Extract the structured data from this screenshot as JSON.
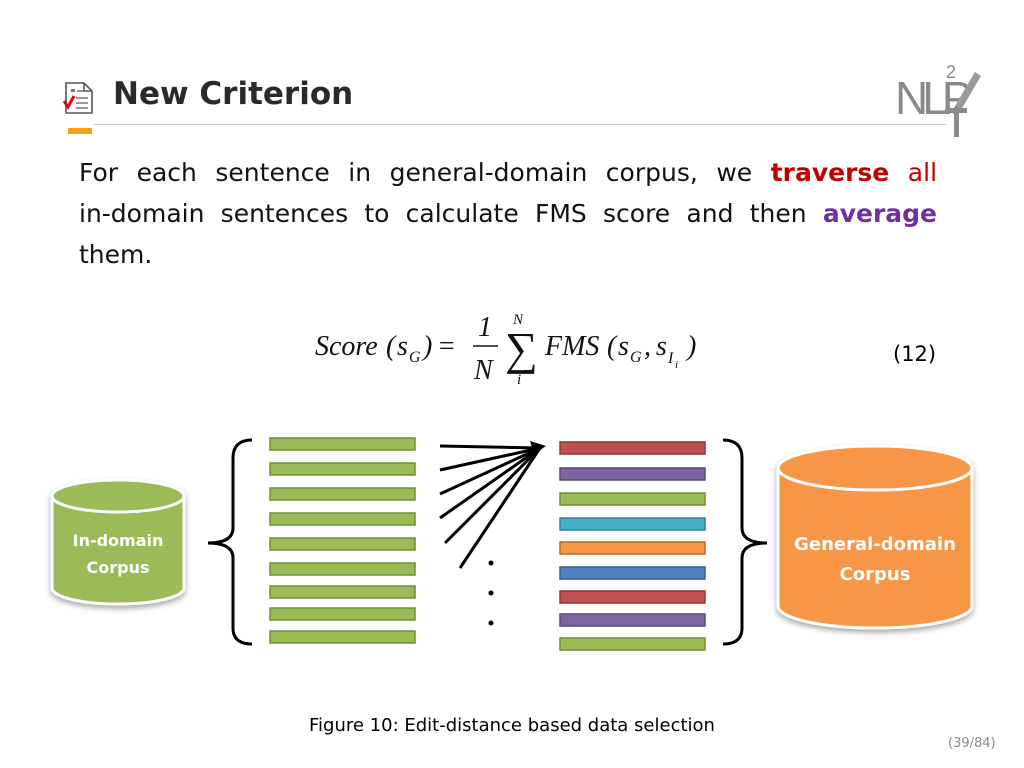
{
  "slide": {
    "title": "New Criterion",
    "title_icon": "checklist-icon",
    "logo": {
      "letters": "NLP",
      "superscript": "2",
      "suffix": "CT"
    },
    "paragraph": {
      "line1_a": "For each sentence in general-domain corpus, we",
      "line1_b": "traverse",
      "line1_c": "all",
      "line2_a": "in-domain sentences to calculate FMS score and then",
      "line2_b": "average",
      "line3": "them."
    },
    "equation_number": "(12)",
    "figure": {
      "left_cylinder": [
        "In-domain",
        "Corpus"
      ],
      "right_cylinder": [
        "General-domain",
        "Corpus"
      ],
      "left_bar_color": "#9bbb59",
      "right_bar_colors": [
        "#c0504d",
        "#8064a2",
        "#9bbb59",
        "#4bacc6",
        "#f79646",
        "#4f81bd",
        "#c0504d",
        "#8064a2",
        "#9bbb59"
      ]
    },
    "caption": "Figure 10: Edit-distance based data selection",
    "page": "(39/84)"
  },
  "colors": {
    "accent_orange": "#f5a11e",
    "traverse_red": "#c00000",
    "average_purple": "#7030a0",
    "in_domain_green": "#9bbb59",
    "general_orange": "#f79646"
  }
}
